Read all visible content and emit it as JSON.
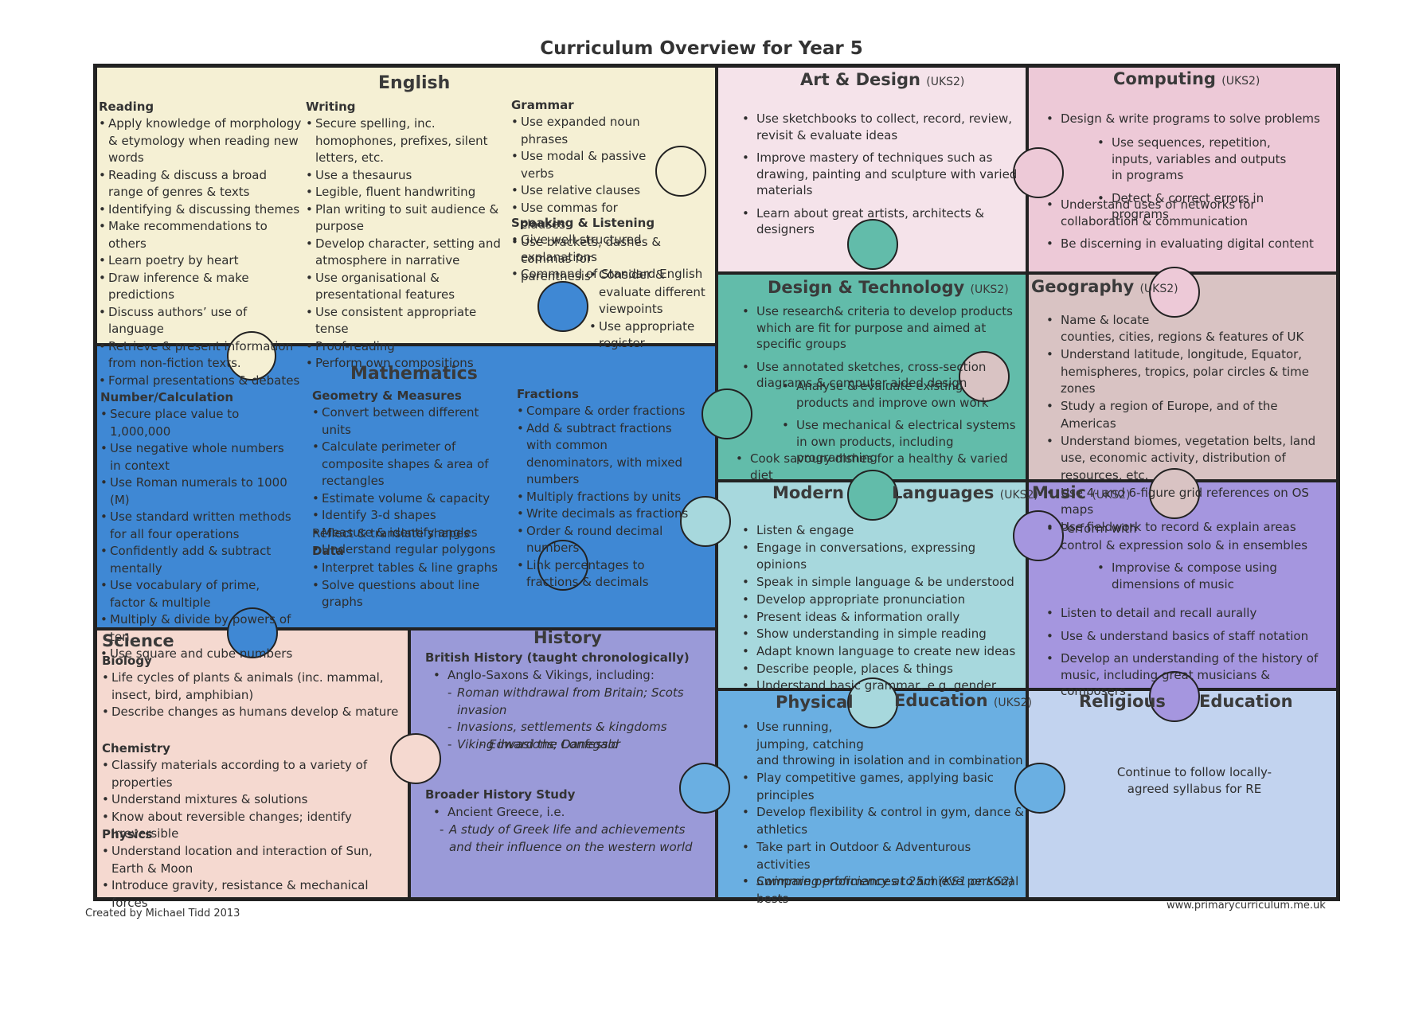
{
  "title": "Curriculum Overview for Year 5",
  "colors": {
    "english": "#f5f0d4",
    "art": "#f5e3ea",
    "computing": "#edc9d7",
    "dt": "#62bcaa",
    "geography": "#d9c3c3",
    "maths": "#3f88d4",
    "languages": "#a7d8dd",
    "music": "#a596df",
    "science": "#f5d9d0",
    "history": "#9a9ad8",
    "pe": "#6aafe2",
    "re": "#c2d3ef"
  },
  "english": {
    "title": "English",
    "reading": {
      "heading": "Reading",
      "items": [
        "Apply knowledge of morphology & etymology when reading new words",
        "Reading & discuss a broad range of genres & texts",
        "Identifying & discussing themes",
        "Make recommendations to others",
        "Learn poetry by heart",
        "Draw inference & make predictions",
        "Discuss authors’ use of language",
        "Retrieve & present information from non-fiction texts.",
        "Formal presentations & debates"
      ]
    },
    "writing": {
      "heading": "Writing",
      "items": [
        "Secure spelling, inc. homophones, prefixes, silent letters, etc.",
        "Use a thesaurus",
        "Legible, fluent handwriting",
        "Plan writing to suit audience & purpose",
        "Develop character, setting and atmosphere in narrative",
        "Use organisational & presentational features",
        "Use consistent appropriate tense",
        "Proof-reading",
        "Perform own compositions"
      ]
    },
    "grammar": {
      "heading": "Grammar",
      "items": [
        "Use expanded noun phrases",
        "Use modal & passive verbs",
        "Use relative clauses",
        "Use commas for clauses",
        "Use brackets, dashes & commas for parenthesis"
      ]
    },
    "speaking": {
      "heading": "Speaking & Listening",
      "items": [
        "Give well-structured explanations",
        "Command of Standard English"
      ],
      "items_right": [
        "Consider & evaluate different viewpoints",
        "Use appropriate register"
      ]
    }
  },
  "art": {
    "title": "Art & Design",
    "level": "(UKS2)",
    "items": [
      "Use sketchbooks to collect, record, review, revisit & evaluate ideas",
      "Improve mastery of techniques such as drawing, painting and sculpture with varied materials",
      "Learn about great artists, architects & designers"
    ]
  },
  "computing": {
    "title": "Computing",
    "level": "(UKS2)",
    "item1": "Design & write programs to solve problems",
    "subitems": [
      "Use sequences, repetition, inputs, variables and outputs in programs",
      "Detect & correct errors in programs"
    ],
    "items": [
      "Understand uses of networks for collaboration & communication",
      "Be discerning in evaluating digital content"
    ]
  },
  "dt": {
    "title": "Design & Technology",
    "level": "(UKS2)",
    "items": [
      "Use research& criteria to develop products which are fit for purpose and aimed at specific groups",
      "Use annotated sketches, cross-section diagrams & computer-aided design"
    ],
    "items_indent": [
      "Analyse & evaluate existing products and improve own work",
      "Use mechanical & electrical systems in own products, including programming"
    ],
    "last": "Cook savoury dishes for a healthy & varied diet"
  },
  "geography": {
    "title": "Geography",
    "level": "(UKS2)",
    "first": "Name & locate",
    "first_cont": "counties, cities, regions & features of UK",
    "items": [
      "Understand latitude, longitude, Equator, hemispheres, tropics, polar circles & time zones",
      "Study a region of Europe, and of the Americas",
      "Understand biomes, vegetation belts, land use, economic activity, distribution of resources, etc.",
      "Use 4- and 6-figure grid references on OS maps",
      "Use fieldwork to record & explain areas"
    ]
  },
  "maths": {
    "title": "Mathematics",
    "number": {
      "heading": "Number/Calculation",
      "items": [
        "Secure place value to 1,000,000",
        "Use negative whole numbers in context",
        "Use Roman numerals to 1000 (M)",
        "Use standard written methods for all four operations",
        "Confidently add & subtract mentally",
        "Use vocabulary of prime, factor & multiple",
        "Multiply & divide by powers of ten",
        "Use square and cube numbers"
      ]
    },
    "geometry": {
      "heading": "Geometry & Measures",
      "items": [
        "Convert between different units",
        "Calculate perimeter of composite shapes & area of rectangles",
        "Estimate volume & capacity",
        "Identify 3-d shapes",
        "Measure & identify angles",
        "Understand regular polygons"
      ],
      "plain": "Reflect & translate shapes"
    },
    "data": {
      "heading": "Data",
      "items": [
        "Interpret tables & line graphs",
        "Solve questions about line graphs"
      ]
    },
    "fractions": {
      "heading": "Fractions",
      "items": [
        "Compare & order fractions",
        "Add & subtract fractions with common denominators, with mixed numbers",
        "Multiply fractions by units",
        "Write decimals as fractions",
        "Order & round decimal numbers",
        "Link percentages to fractions & decimals"
      ]
    }
  },
  "languages": {
    "title_left": "Modern",
    "title_right": "Languages",
    "level": "(UKS2)",
    "items": [
      "Listen & engage",
      "Engage in conversations, expressing opinions",
      "Speak in simple language & be understood",
      "Develop appropriate pronunciation",
      "Present ideas & information orally",
      "Show understanding in simple reading",
      "Adapt known language to create new ideas",
      "Describe people, places & things",
      "Understand basic grammar, e.g. gender"
    ]
  },
  "music": {
    "title": "Music",
    "level": "(UKS2)",
    "first": "Perform with",
    "first_cont": "control & expression solo & in ensembles",
    "sub": "Improvise & compose using dimensions of music",
    "items": [
      "Listen to detail and recall aurally",
      "Use & understand basics of staff notation",
      "Develop an understanding of the history of music, including great musicians & composers"
    ]
  },
  "science": {
    "title": "Science",
    "biology": {
      "heading": "Biology",
      "items": [
        "Life cycles of plants & animals (inc. mammal, insect, bird, amphibian)",
        "Describe changes as humans develop & mature"
      ]
    },
    "chemistry": {
      "heading": "Chemistry",
      "items": [
        "Classify materials according to a variety of properties",
        "Understand mixtures & solutions",
        "Know about reversible changes; identify irreversible"
      ]
    },
    "physics": {
      "heading": "Physics",
      "items": [
        "Understand location and interaction of Sun, Earth & Moon",
        "Introduce gravity, resistance & mechanical forces"
      ]
    }
  },
  "history": {
    "title": "History",
    "british": {
      "heading": "British History (taught chronologically)",
      "item": "Anglo-Saxons & Vikings, including:",
      "subitems": [
        "Roman withdrawal from Britain; Scots invasion",
        "Invasions, settlements & kingdoms",
        "Viking invasions; Danegald"
      ],
      "last": "Edward the Confessor"
    },
    "broader": {
      "heading": "Broader History Study",
      "item": "Ancient Greece, i.e.",
      "sub": "A study of Greek life and achievements and their influence on the western world"
    }
  },
  "pe": {
    "title_left": "Physical",
    "title_right": "Education",
    "level": "(UKS2)",
    "first": "Use running, jumping, catching",
    "first_cont": "and throwing in isolation and  in combination",
    "items": [
      "Play competitive games, applying basic principles",
      "Develop flexibility & control in gym, dance & athletics",
      "Take part in Outdoor & Adventurous activities",
      "Compare performances to achieve personal bests"
    ],
    "last": "Swimming proficiency at 25m (KS1 or KS2)"
  },
  "re": {
    "title_left": "Religious",
    "title_right": "Education",
    "text": "Continue to follow locally-agreed syllabus for RE"
  },
  "footer": {
    "credit": "Created by Michael Tidd  2013",
    "website": "www.primarycurriculum.me.uk"
  }
}
